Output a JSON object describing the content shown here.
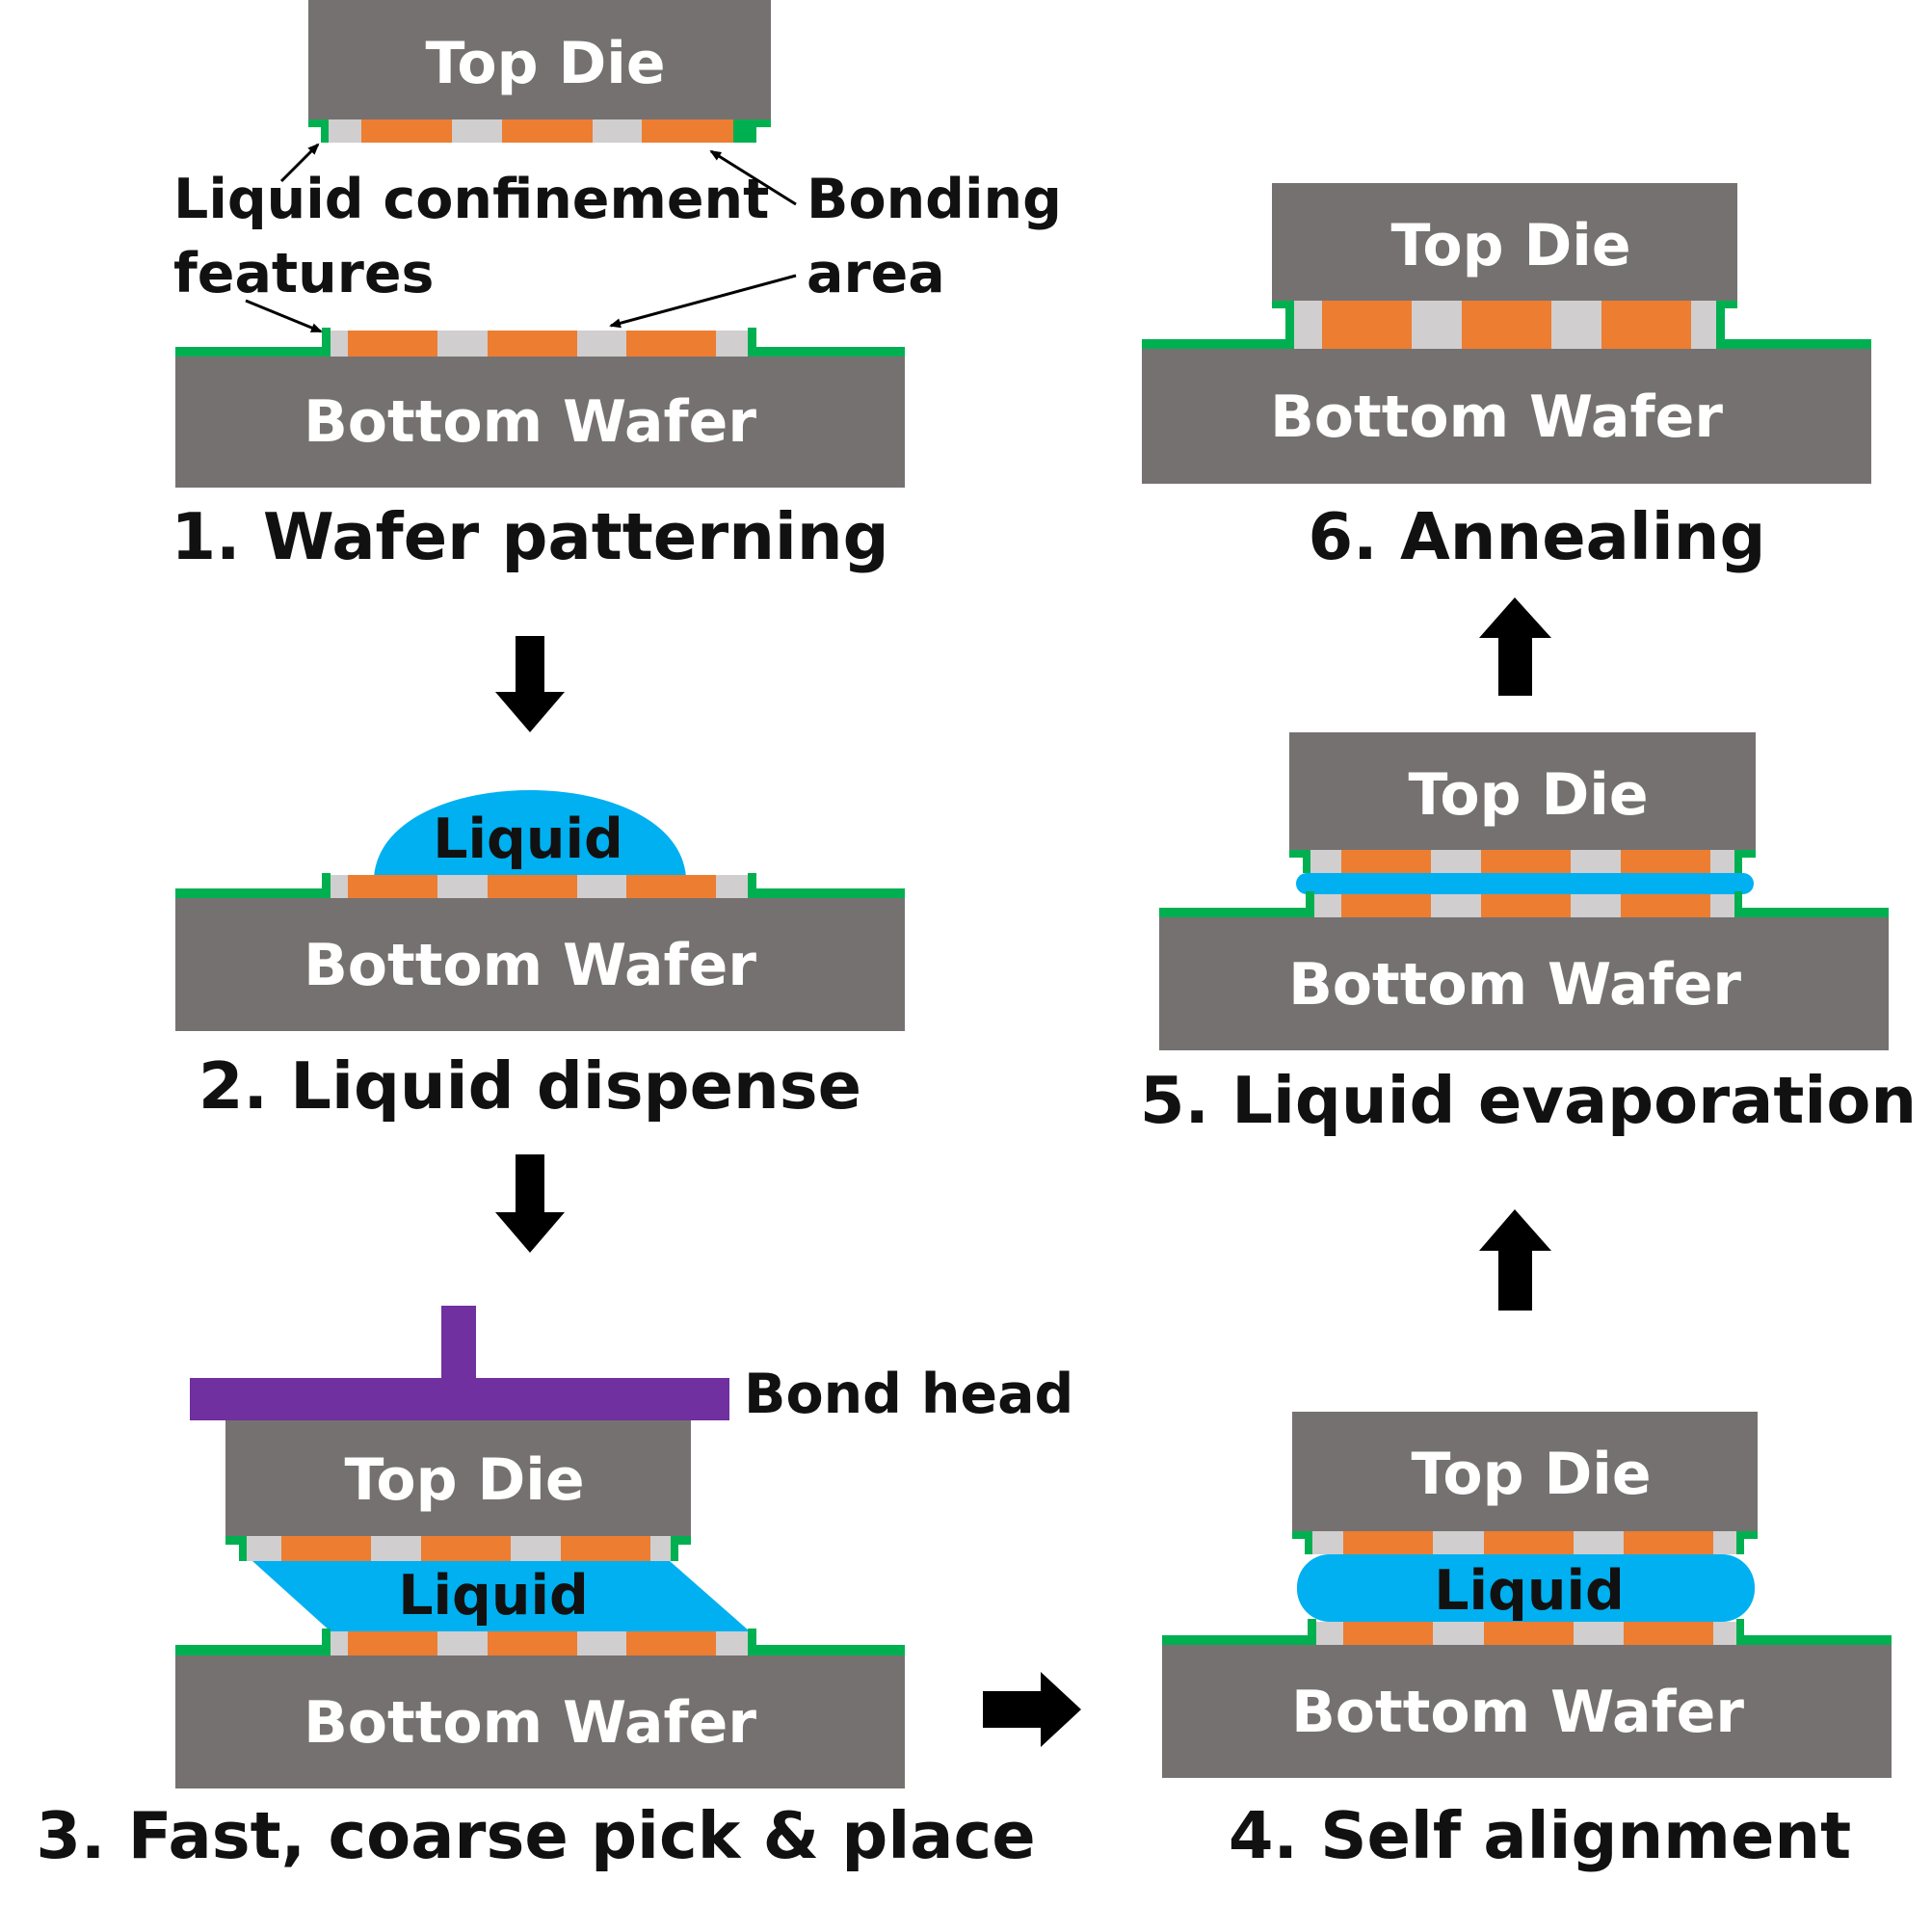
{
  "colors": {
    "substrate": "#767171",
    "copper": "#ed7d31",
    "oxide": "#d0cece",
    "confinement": "#00b050",
    "liquid": "#00b0f0",
    "bond_head": "#7030a0",
    "arrow": "#000000"
  },
  "labels": {
    "top_die": "Top Die",
    "bottom_wafer": "Bottom Wafer",
    "liquid": "Liquid",
    "bond_head": "Bond head",
    "confinement_line1": "Liquid confinement",
    "confinement_line2": "features",
    "bonding_line1": "Bonding",
    "bonding_line2": "area"
  },
  "steps": [
    {
      "label": "1. Wafer patterning"
    },
    {
      "label": "2. Liquid dispense"
    },
    {
      "label": "3. Fast, coarse pick & place"
    },
    {
      "label": "4. Self alignment"
    },
    {
      "label": "5. Liquid evaporation"
    },
    {
      "label": "6. Annealing"
    }
  ],
  "flow_arrows": [
    {
      "from": "1",
      "to": "2",
      "direction": "down"
    },
    {
      "from": "2",
      "to": "3",
      "direction": "down"
    },
    {
      "from": "3",
      "to": "4",
      "direction": "right"
    },
    {
      "from": "4",
      "to": "5",
      "direction": "up"
    },
    {
      "from": "5",
      "to": "6",
      "direction": "up"
    }
  ]
}
